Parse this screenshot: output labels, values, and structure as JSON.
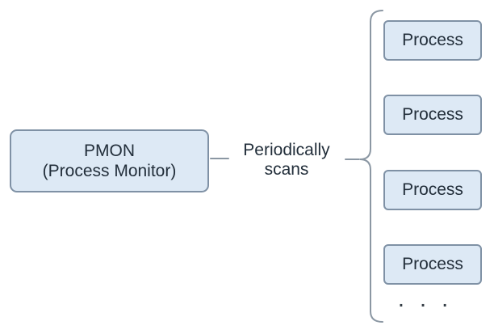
{
  "diagram": {
    "pmon_box": {
      "line1": "PMON",
      "line2": "(Process Monitor)"
    },
    "edge_label": {
      "line1": "Periodically",
      "line2": "scans"
    },
    "process_boxes": [
      {
        "label": "Process"
      },
      {
        "label": "Process"
      },
      {
        "label": "Process"
      },
      {
        "label": "Process"
      }
    ],
    "ellipsis": ". . .",
    "colors": {
      "box_fill": "#dde9f5",
      "box_border": "#7f91a5",
      "text": "#222e3a",
      "line": "#8b97a3"
    }
  }
}
